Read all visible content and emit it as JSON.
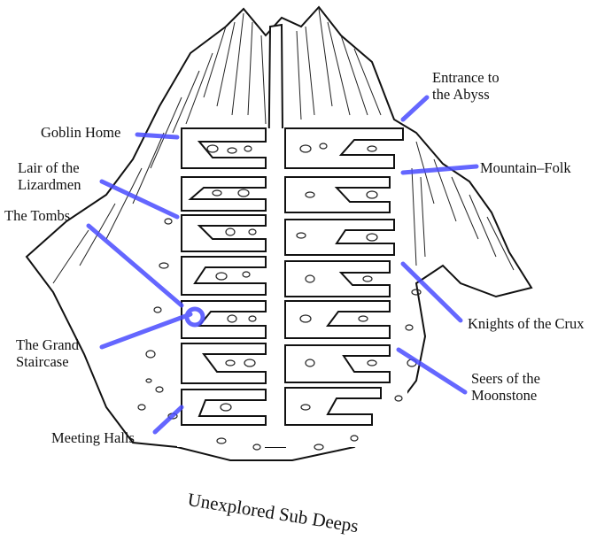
{
  "labels": {
    "goblin_home": "Goblin Home",
    "lair_lizardmen": [
      "Lair of the",
      "Lizardmen"
    ],
    "the_tombs": "The Tombs",
    "grand_staircase": [
      "The Grand",
      "Staircase"
    ],
    "meeting_halls": "Meeting Halls",
    "entrance_abyss": [
      "Entrance to",
      "the Abyss"
    ],
    "mountain_folk": "Mountain–Folk",
    "knights_crux": "Knights of the Crux",
    "seers_moonstone": [
      "Seers of the",
      "Moonstone"
    ]
  },
  "caption": "Unexplored Sub Deeps",
  "colors": {
    "ink": "#111111",
    "leader_lines": "#4a4cff"
  }
}
